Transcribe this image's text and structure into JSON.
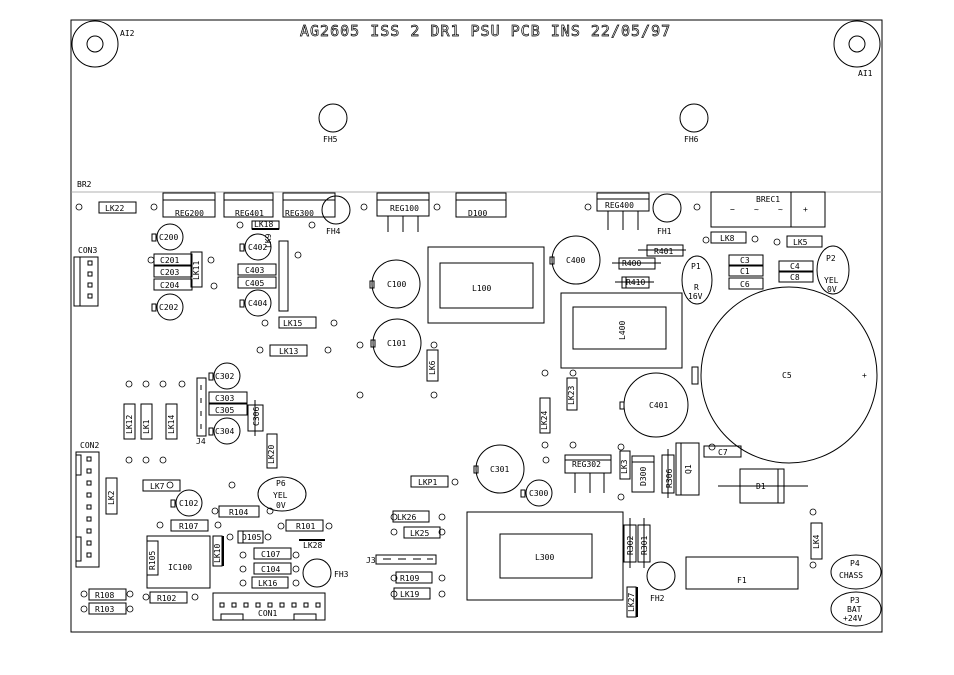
{
  "title": "AG2605 ISS 2 DR1 PSU PCB INS    22/05/97",
  "labels": {
    "AI2": "AI2",
    "AI1": "AI1",
    "FH5": "FH5",
    "FH6": "FH6",
    "FH4": "FH4",
    "FH1": "FH1",
    "FH3": "FH3",
    "FH2": "FH2",
    "BR2": "BR2",
    "LK22": "LK22",
    "REG200": "REG200",
    "REG401": "REG401",
    "REG300": "REG300",
    "REG100": "REG100",
    "D100": "D100",
    "REG400": "REG400",
    "BREC1": "BREC1",
    "minus": "−",
    "tilde1": "~",
    "tilde2": "~",
    "plus": "+",
    "LK18": "LK18",
    "LK9": "LK9",
    "C200": "C200",
    "C402": "C402",
    "CON3": "CON3",
    "C201": "C201",
    "C203": "C203",
    "C204": "C204",
    "LK11": "LK11",
    "C403": "C403",
    "C405": "C405",
    "C404": "C404",
    "C202": "C202",
    "LK15": "LK15",
    "LK13": "LK13",
    "C100": "C100",
    "C101": "C101",
    "L100": "L100",
    "C400": "C400",
    "R401": "R401",
    "R400": "R400",
    "R410": "R410",
    "LK8": "LK8",
    "LK5": "LK5",
    "C3": "C3",
    "C1": "C1",
    "C6": "C6",
    "C4": "C4",
    "C8": "C8",
    "P1": "P1",
    "P1a": "R",
    "P1b": "16V",
    "P2": "P2",
    "P2a": "YEL",
    "P2b": "0V",
    "L400": "L400",
    "C5": "C5",
    "C5plus": "+",
    "LK6": "LK6",
    "LK23": "LK23",
    "LK24": "LK24",
    "C401": "C401",
    "C302": "C302",
    "C303": "C303",
    "C305": "C305",
    "C306": "C306",
    "C304": "C304",
    "J4": "J4",
    "LK12": "LK12",
    "LK1": "LK1",
    "LK14": "LK14",
    "LK20": "LK20",
    "CON2": "CON2",
    "LK2": "LK2",
    "LK7": "LK7",
    "C102": "C102",
    "P6": "P6",
    "P6a": "YEL",
    "P6b": "0V",
    "R104": "R104",
    "R107": "R107",
    "R101": "R101",
    "D105": "D105",
    "LK28": "LK28",
    "IC100": "IC100",
    "R105": "R105",
    "LK10": "LK10",
    "C107": "C107",
    "C104": "C104",
    "LK16": "LK16",
    "R108": "R108",
    "R103": "R103",
    "R102": "R102",
    "CON1": "CON1",
    "C301": "C301",
    "C300": "C300",
    "REG302": "REG302",
    "LK3": "LK3",
    "D300": "D300",
    "R306": "R306",
    "Q1": "Q1",
    "C7": "C7",
    "D1": "D1",
    "LKP1": "LKP1",
    "LK26": "LK26",
    "LK25": "LK25",
    "J3": "J3",
    "R109": "R109",
    "LK19": "LK19",
    "L300": "L300",
    "R302": "R302",
    "R301": "R301",
    "LK27": "LK27",
    "LK4": "LK4",
    "F1": "F1",
    "P4": "P4",
    "P4a": "CHASS",
    "P3": "P3",
    "P3a": "BAT",
    "P3b": "+24V"
  }
}
